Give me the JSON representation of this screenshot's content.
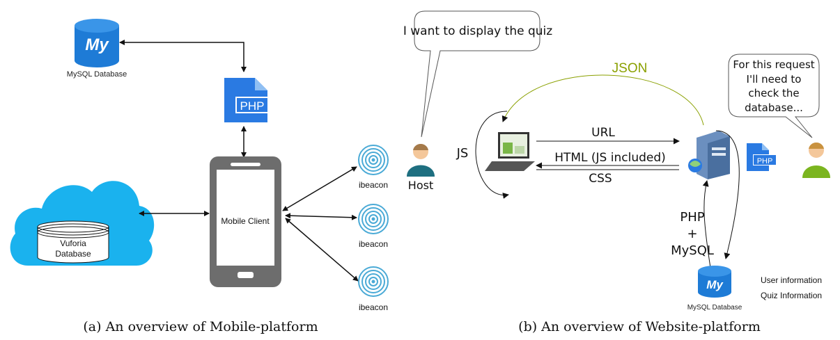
{
  "left_panel": {
    "caption": "(a) An overview of Mobile-platform",
    "mysql_logo_text": "My",
    "mysql_label": "MySQL Database",
    "php_label": "PHP",
    "vuforia_label_line1": "Vuforia",
    "vuforia_label_line2": "Database",
    "mobile_label": "Mobile Client",
    "beacons": [
      {
        "label": "ibeacon"
      },
      {
        "label": "ibeacon"
      },
      {
        "label": "ibeacon"
      }
    ]
  },
  "right_panel": {
    "caption": "(b) An overview of Website-platform",
    "host_bubble": "I want to display the quiz",
    "server_bubble_lines": [
      "For this request",
      "I'll need to",
      "check the",
      "database..."
    ],
    "host_label": "Host",
    "json_label": "JSON",
    "js_label": "JS",
    "url_label": "URL",
    "html_label": "HTML (JS included)",
    "css_label": "CSS",
    "php_label": "PHP",
    "php_mysql_lines": [
      "PHP",
      "+",
      "MySQL"
    ],
    "mysql_logo_text": "My",
    "mysql_label": "MySQL Database",
    "db_info": [
      "User information",
      "Quiz Information"
    ]
  },
  "colors": {
    "mysql_blue": "#1e7bd6",
    "php_blue": "#2a7ae2",
    "cloud_blue": "#1ab2ee",
    "phone_gray": "#6d6d6d",
    "beacon_blue": "#4aaad6",
    "json_green": "#8aa000",
    "host_teal": "#1e6f80",
    "user_green": "#7bb51f"
  }
}
